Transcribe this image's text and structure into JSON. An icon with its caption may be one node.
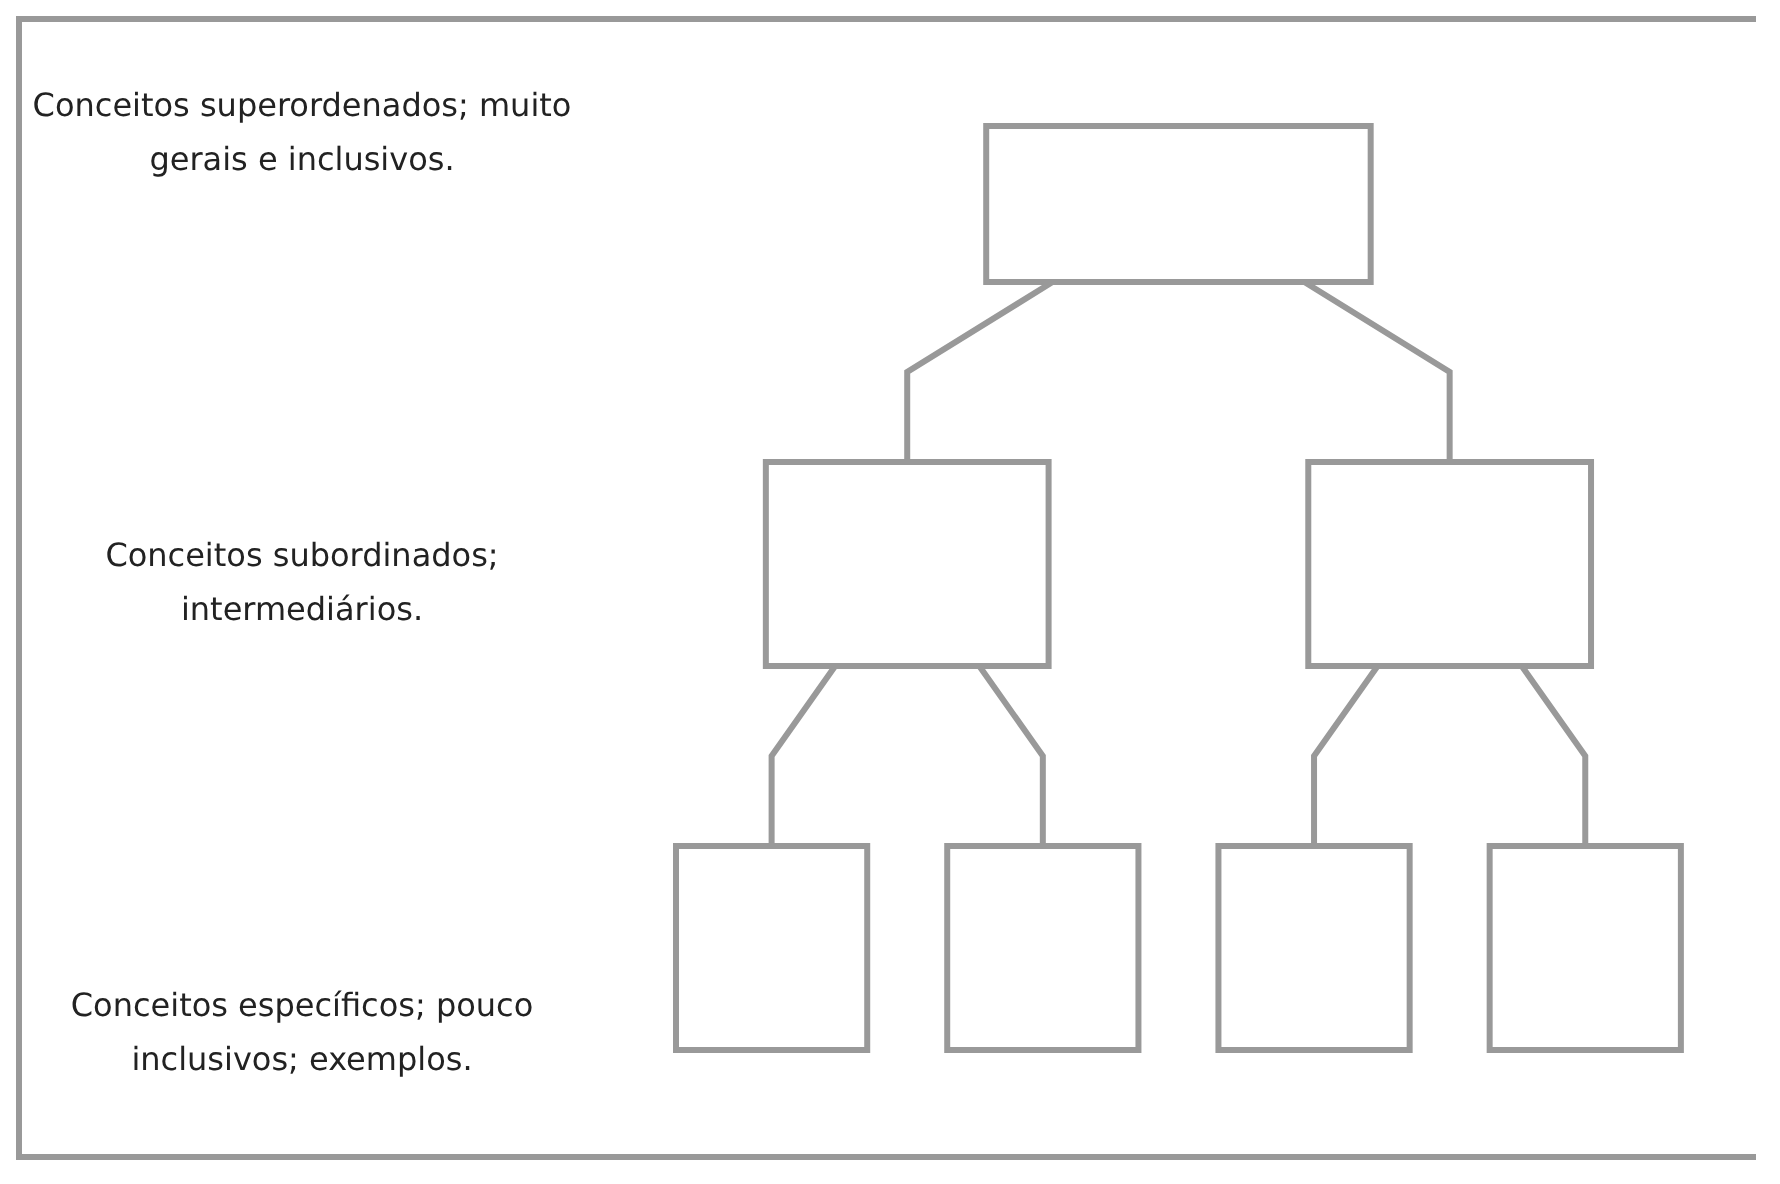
{
  "diagram": {
    "nodes": [
      {
        "text": [],
        "shape": "box"
      },
      {
        "text": [],
        "shape": "box"
      },
      {
        "text": [],
        "shape": "box"
      },
      {
        "text": [],
        "shape": "box"
      },
      {
        "text": [],
        "shape": "box"
      },
      {
        "text": [],
        "shape": "box"
      },
      {
        "text": [],
        "shape": "box"
      }
    ],
    "edges": [
      {
        "from": 0,
        "to": 1,
        "arrow": "none"
      },
      {
        "from": 0,
        "to": 2,
        "arrow": "none"
      },
      {
        "from": 1,
        "to": 3,
        "arrow": "none"
      },
      {
        "from": 1,
        "to": 4,
        "arrow": "none"
      },
      {
        "from": 2,
        "to": 5,
        "arrow": "none"
      },
      {
        "from": 2,
        "to": 6,
        "arrow": "none"
      }
    ],
    "labels": [
      "Conceitos superordenados; muito gerais e inclusivos.",
      "Conceitos subordinados; intermediários.",
      "Conceitos específicos; pouco inclusivos; exemplos."
    ]
  }
}
